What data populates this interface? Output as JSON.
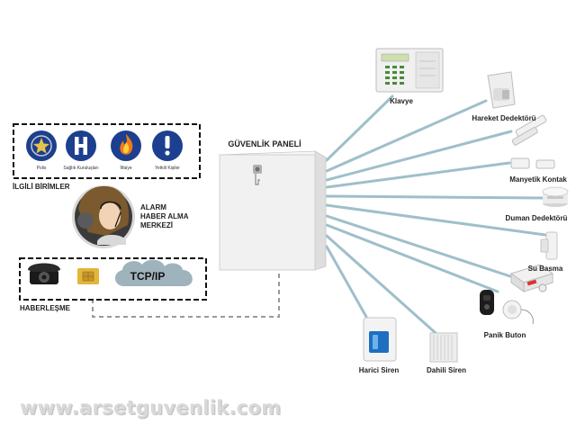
{
  "panel": {
    "title": "GÜVENLİK PANELİ"
  },
  "units": {
    "title": "İLGİLİ BİRİMLER",
    "items": [
      {
        "label": "Polis",
        "icon": "police-badge-icon"
      },
      {
        "label": "Sağlık Kuruluşları",
        "icon": "hospital-h-icon"
      },
      {
        "label": "İtfaiye",
        "icon": "fire-icon"
      },
      {
        "label": "Yetkili Kişiler",
        "icon": "exclamation-icon"
      }
    ]
  },
  "alarm_center": {
    "lines": [
      "ALARM",
      "HABER ALMA",
      "MERKEZİ"
    ]
  },
  "communication": {
    "title": "HABERLEŞME",
    "tcpip": "TCP/IP"
  },
  "devices": {
    "keypad": "Klavye",
    "motion": "Hareket Dedektörü",
    "magnetic": "Manyetik Kontak",
    "smoke": "Duman Dedektörü",
    "water": "Su Basma",
    "panic": "Panik Buton",
    "indoor_siren": "Dahili Siren",
    "outdoor_siren": "Harici Siren"
  },
  "watermark": "www.arsetguvenlik.com",
  "colors": {
    "connector": "#9fbfca",
    "panel": "#f1f1f1",
    "dashed": "#9a9a9a"
  }
}
